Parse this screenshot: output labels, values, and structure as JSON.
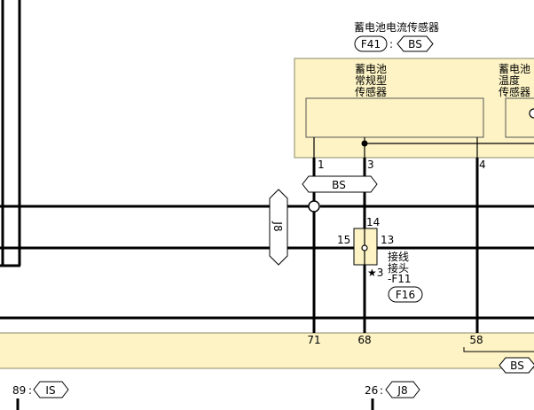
{
  "sensor": {
    "title": "蓄电池电流传感器",
    "code_connector": "F41",
    "code_sep": ":",
    "code_hex": "BS",
    "normal_sensor_l1": "蓄电池",
    "normal_sensor_l2": "常规型",
    "normal_sensor_l3": "传感器",
    "temp_sensor_l1": "蓄电池",
    "temp_sensor_l2": "温度",
    "temp_sensor_l3": "传感器"
  },
  "sensor_pins": {
    "p1": "1",
    "p3": "3",
    "p4": "4"
  },
  "bs_connector": "BS",
  "j8_connector": "J8",
  "junction": {
    "pin14": "14",
    "pin15": "15",
    "pin13": "13",
    "note": "★3",
    "label_l1": "接线",
    "label_l2": "接头",
    "label_l3": "-F11",
    "code": "F16"
  },
  "bottom_pins": {
    "p71": "71",
    "p68": "68",
    "p58": "58"
  },
  "bottom_bs": "BS",
  "bottom_left": {
    "pin": "89",
    "sep": ":",
    "code": "IS"
  },
  "bottom_mid": {
    "pin": "26",
    "sep": ":",
    "code": "J8"
  },
  "colors": {
    "line": "#000000",
    "module_fill": "#fdf3c4",
    "module_stroke": "#8a8a6a"
  }
}
